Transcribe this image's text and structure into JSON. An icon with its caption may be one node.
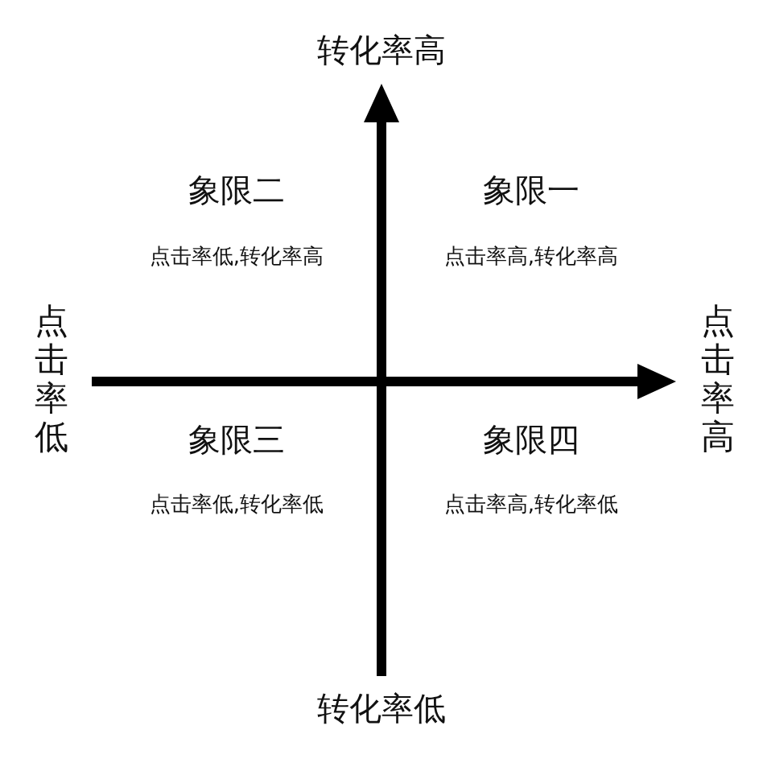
{
  "diagram": {
    "labels": [
      "转化率高",
      "象限二",
      "象限一",
      "点击率低,转化率高",
      "点击率高,转化率高",
      "点击率低",
      "点击率高",
      "象限三",
      "象限四",
      "点击率低,转化率低",
      "点击率高,转化率低",
      "转化率低"
    ]
  }
}
